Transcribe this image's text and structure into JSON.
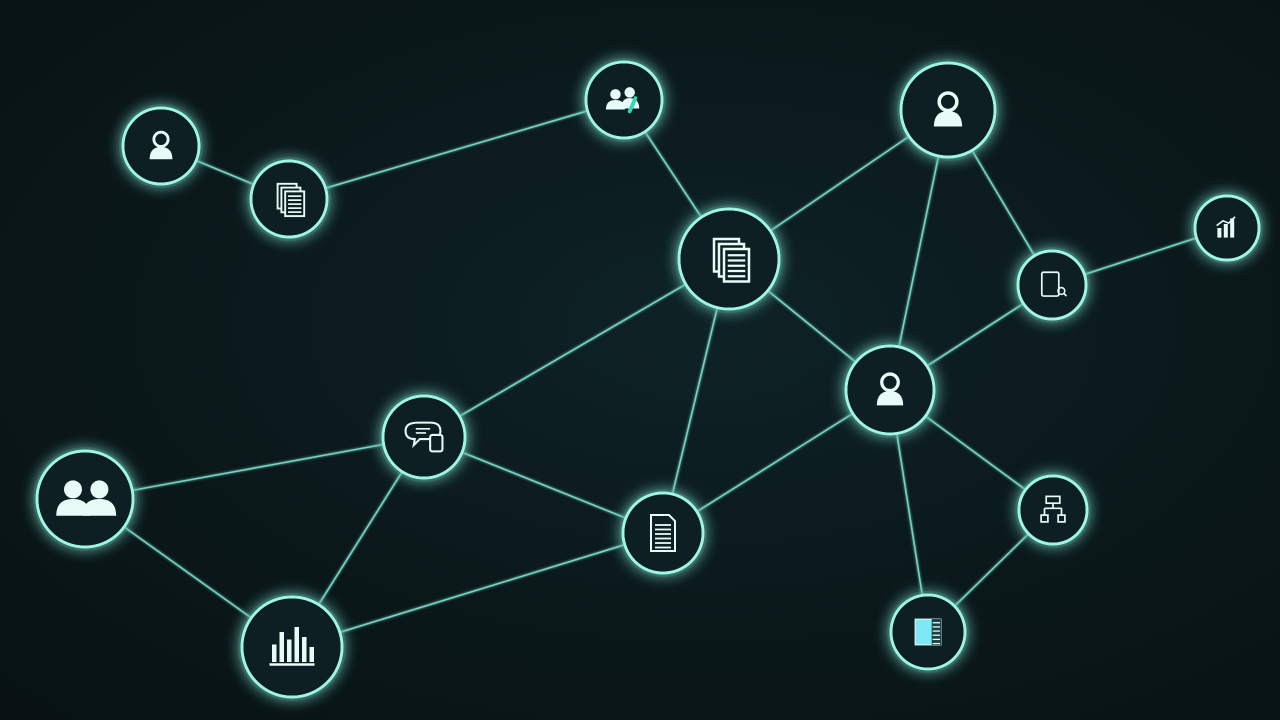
{
  "diagram": {
    "type": "network-graph",
    "colors": {
      "background": "#0b1a1d",
      "edge": "#7fe6d3",
      "node_ring": "#9ff5e4",
      "node_glow": "#3fd9bd",
      "node_fill": "#0d1f22",
      "icon": "#e8fbf7",
      "icon_accent": "#2bd9b0",
      "chart_accent": "#7fe9f3"
    },
    "nodes": [
      {
        "id": "n1",
        "icon": "person-icon"
      },
      {
        "id": "n2",
        "icon": "documents-icon"
      },
      {
        "id": "n3",
        "icon": "team-icon"
      },
      {
        "id": "n4",
        "icon": "person-icon"
      },
      {
        "id": "n5",
        "icon": "documents-icon"
      },
      {
        "id": "n6",
        "icon": "bar-chart-icon"
      },
      {
        "id": "n7",
        "icon": "tablet-search-icon"
      },
      {
        "id": "n8",
        "icon": "person-icon"
      },
      {
        "id": "n9",
        "icon": "chat-icon"
      },
      {
        "id": "n10",
        "icon": "group-icon"
      },
      {
        "id": "n11",
        "icon": "document-icon"
      },
      {
        "id": "n12",
        "icon": "workflow-icon"
      },
      {
        "id": "n13",
        "icon": "bar-chart-icon"
      },
      {
        "id": "n14",
        "icon": "data-grid-icon"
      }
    ],
    "edges": [
      [
        "n1",
        "n2"
      ],
      [
        "n2",
        "n3"
      ],
      [
        "n3",
        "n5"
      ],
      [
        "n5",
        "n4"
      ],
      [
        "n4",
        "n7"
      ],
      [
        "n4",
        "n8"
      ],
      [
        "n5",
        "n8"
      ],
      [
        "n5",
        "n9"
      ],
      [
        "n5",
        "n11"
      ],
      [
        "n7",
        "n6"
      ],
      [
        "n7",
        "n8"
      ],
      [
        "n9",
        "n10"
      ],
      [
        "n9",
        "n11"
      ],
      [
        "n9",
        "n13"
      ],
      [
        "n10",
        "n13"
      ],
      [
        "n11",
        "n13"
      ],
      [
        "n11",
        "n8"
      ],
      [
        "n8",
        "n12"
      ],
      [
        "n8",
        "n14"
      ],
      [
        "n12",
        "n14"
      ]
    ]
  }
}
